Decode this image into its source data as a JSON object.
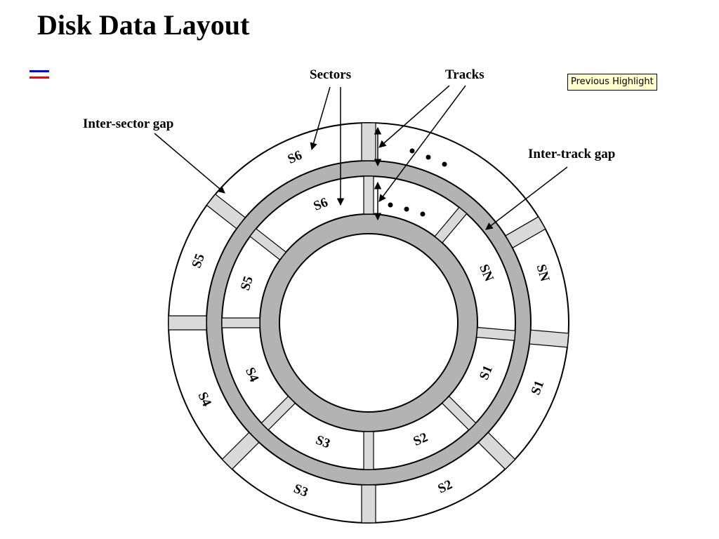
{
  "slide": {
    "title": "Disk Data Layout"
  },
  "nav": {
    "equals_colors": [
      "#0000ff",
      "#ff0000"
    ]
  },
  "button": {
    "previous_highlight": "Previous Highlight"
  },
  "diagram": {
    "labels": {
      "sectors": "Sectors",
      "tracks": "Tracks",
      "inter_sector_gap": "Inter-sector gap",
      "inter_track_gap": "Inter-track gap"
    },
    "outer_track_sectors": [
      "S6",
      "SN",
      "S1",
      "S2",
      "S3",
      "S4",
      "S5"
    ],
    "inner_track_sectors": [
      "S6",
      "SN",
      "S1",
      "S2",
      "S3",
      "S4",
      "S5"
    ],
    "colors": {
      "gap_fill": "#d9d9d9",
      "track_gap_fill": "#b3b3b3",
      "ink": "#000000"
    }
  }
}
